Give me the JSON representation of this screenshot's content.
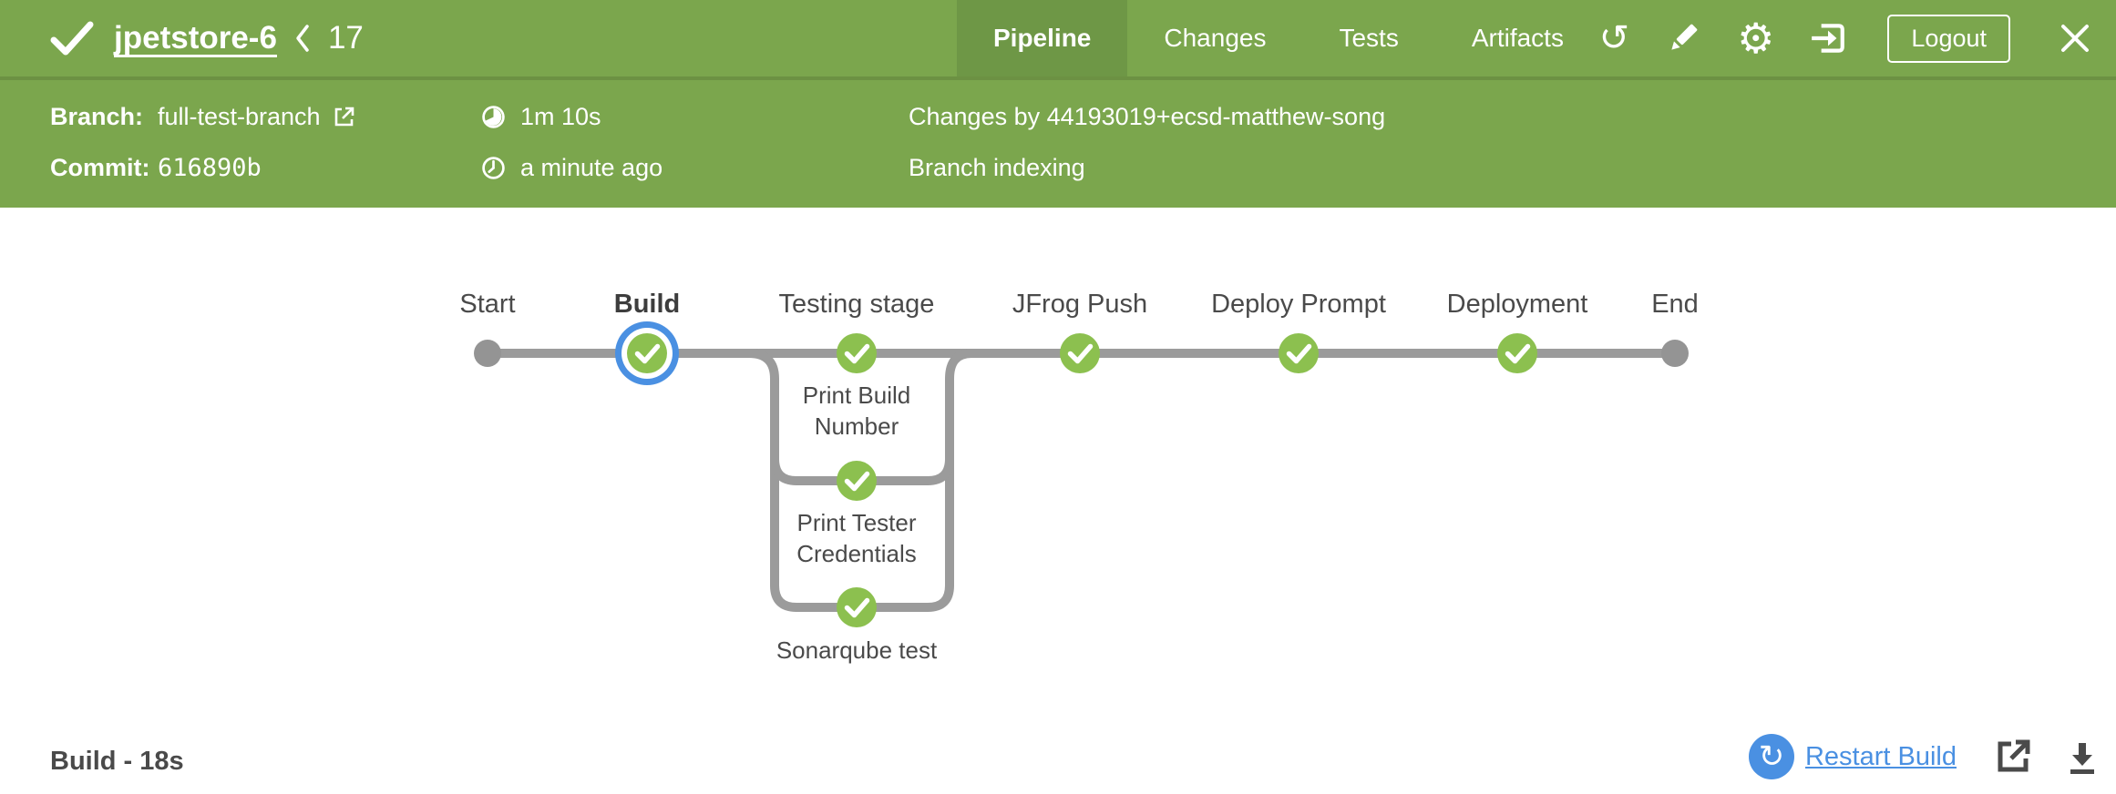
{
  "colors": {
    "header_green": "#7BA64D",
    "header_green_dark": "#6E9746",
    "node_green": "#8CC04F",
    "connector_gray": "#9B9B9B",
    "dot_gray": "#949494",
    "accent_blue": "#4A90E2",
    "text_dark": "#4A4A4A"
  },
  "top_bar": {
    "status": "success",
    "title": "jpetstore-6",
    "run_number": "17",
    "tabs": [
      {
        "label": "Pipeline",
        "active": true
      },
      {
        "label": "Changes",
        "active": false
      },
      {
        "label": "Tests",
        "active": false
      },
      {
        "label": "Artifacts",
        "active": false
      }
    ],
    "icons": [
      "rerun-icon",
      "edit-icon",
      "settings-icon",
      "go-to-classic-icon"
    ],
    "logout_label": "Logout"
  },
  "run_header": {
    "branch_label": "Branch:",
    "branch_value": "full-test-branch",
    "commit_label": "Commit:",
    "commit_value": "616890b",
    "duration": "1m 10s",
    "completed_time": "a minute ago",
    "changes_text": "Changes by 44193019+ecsd-matthew-song",
    "cause_text": "Branch indexing"
  },
  "pipeline": {
    "stages": [
      {
        "label": "Start",
        "type": "start"
      },
      {
        "label": "Build",
        "status": "success",
        "selected": true
      },
      {
        "label": "Testing stage",
        "status": "success",
        "selected": false
      },
      {
        "label": "JFrog Push",
        "status": "success",
        "selected": false
      },
      {
        "label": "Deploy Prompt",
        "status": "success",
        "selected": false
      },
      {
        "label": "Deployment",
        "status": "success",
        "selected": false
      },
      {
        "label": "End",
        "type": "end"
      }
    ],
    "parallel_branches": [
      {
        "label": "Print Build Number",
        "status": "success"
      },
      {
        "label": "Print Tester Credentials",
        "status": "success"
      },
      {
        "label": "Sonarqube test",
        "status": "success"
      }
    ]
  },
  "footer": {
    "selected_stage_label": "Build - 18s",
    "restart_label": "Restart Build"
  }
}
